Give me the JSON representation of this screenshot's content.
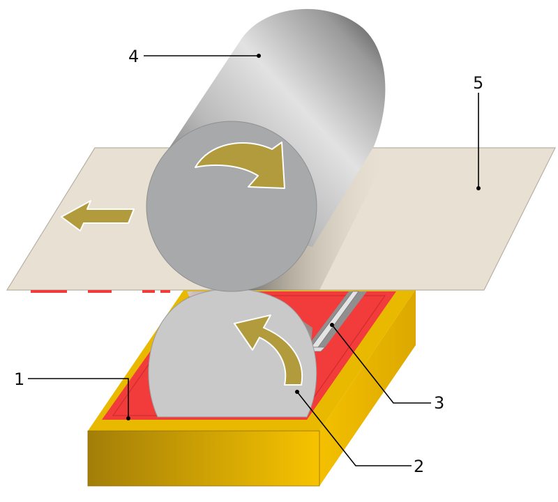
{
  "callouts": [
    {
      "id": "1",
      "label": "1"
    },
    {
      "id": "2",
      "label": "2"
    },
    {
      "id": "3",
      "label": "3"
    },
    {
      "id": "4",
      "label": "4"
    },
    {
      "id": "5",
      "label": "5"
    }
  ],
  "colors": {
    "base_front_dark": "#a57f08",
    "base_front_light": "#f6c100",
    "base_top": "#e8b800",
    "ink_bed": "#f03a3a",
    "paper": "#e8e1d3",
    "arrow_fill": "#b09a3c",
    "cylinder_face": "#a7a9aa",
    "lower_cylinder_face": "#c9c9c9",
    "blade": "#d6d6d6"
  }
}
